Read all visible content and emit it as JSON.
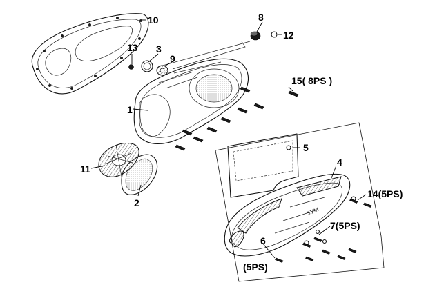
{
  "diagram": {
    "callouts": {
      "c1": "1",
      "c2": "2",
      "c3": "3",
      "c4": "4",
      "c5": "5",
      "c6": "6",
      "c6sub": "(5PS)",
      "c7": "7(5PS)",
      "c8": "8",
      "c9": "9",
      "c10": "10",
      "c11": "11",
      "c12": "12",
      "c13": "13",
      "c14": "14(5PS)",
      "c15": "15( 8PS )"
    }
  }
}
